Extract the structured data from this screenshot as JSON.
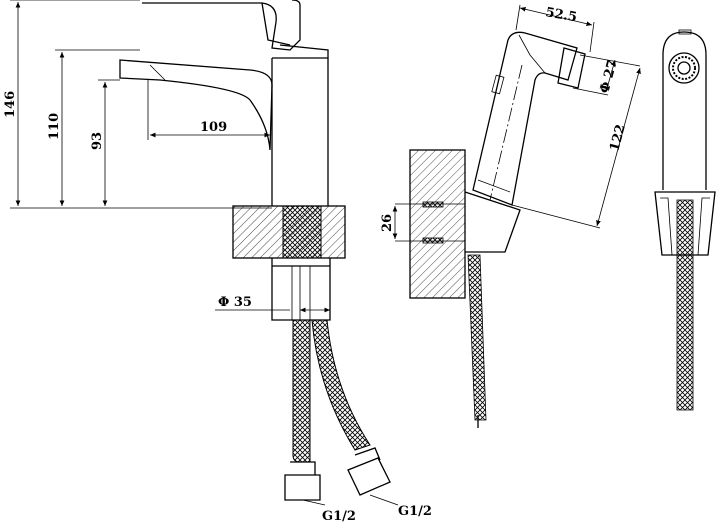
{
  "dimensions": {
    "total_height": "146",
    "spout_top_height": "110",
    "spout_outlet_height": "93",
    "spout_reach": "109",
    "shank_diameter": "Φ 35",
    "hose_connector_left": "G1/2",
    "hose_connector_right": "G1/2",
    "sprayer_width": "52.5",
    "sprayer_head_diameter": "Φ 27",
    "sprayer_length": "122",
    "holder_screw_spacing": "26"
  }
}
